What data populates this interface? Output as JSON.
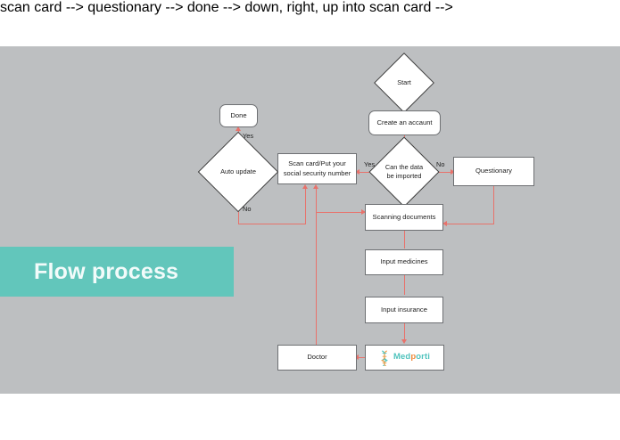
{
  "slide": {
    "banner_title": "Flow process",
    "banner_color": "#62c6bb",
    "canvas_color": "#bdbfc1",
    "connector_color": "#e8726b"
  },
  "nodes": {
    "start": "Start",
    "create_account": "Create an accaunt",
    "decision_import": "Can the data\nbe imported",
    "questionary": "Questionary",
    "scan_card": "Scan card/Put your\nsocial security number",
    "auto_update": "Auto update",
    "done": "Done",
    "scanning_documents": "Scanning documents",
    "input_medicines": "Input medicines",
    "input_insurance": "Input insurance",
    "doctor": "Doctor",
    "medporti_part1": "Med",
    "medporti_part2": "p",
    "medporti_part3": "orti"
  },
  "edge_labels": {
    "yes_import": "Yes",
    "no_import": "No",
    "yes_update": "Yes",
    "no_update": "No"
  }
}
